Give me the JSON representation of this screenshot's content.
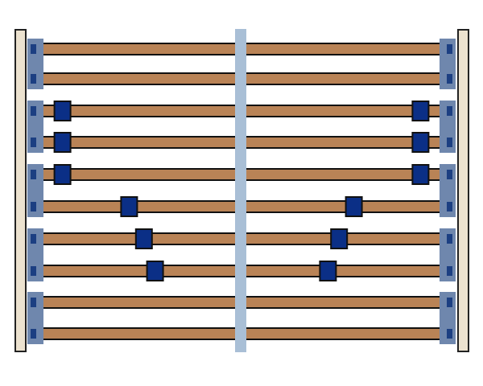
{
  "colors": {
    "background": "#ffffff",
    "frame_post_fill": "#ece2cf",
    "frame_post_stroke": "#222222",
    "center_divider": "#a9bfd6",
    "slat_fill": "#b98356",
    "slat_stroke": "#111111",
    "bracket_fill": "#6f87ad",
    "bracket_pin": "#1c3f82",
    "adjuster_fill": "#0b2f86",
    "adjuster_stroke": "#111111"
  },
  "frame": {
    "slats_per_side": 10,
    "bracket_pairs_per_side": 5,
    "has_center_divider": true
  },
  "adjusters": {
    "left_positions": [
      null,
      null,
      0.12,
      0.12,
      0.12,
      0.48,
      0.56,
      0.62,
      null,
      null
    ],
    "right_positions": [
      null,
      null,
      0.12,
      0.12,
      0.12,
      0.48,
      0.56,
      0.62,
      null,
      null
    ]
  }
}
